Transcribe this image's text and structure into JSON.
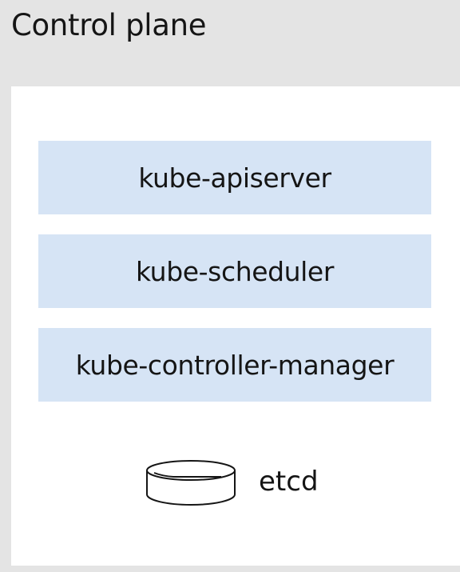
{
  "diagram": {
    "title": "Control plane",
    "components": [
      {
        "label": "kube-apiserver"
      },
      {
        "label": "kube-scheduler"
      },
      {
        "label": "kube-controller-manager"
      }
    ],
    "datastore": {
      "label": "etcd",
      "icon": "database-icon"
    },
    "colors": {
      "outer_background": "#e4e4e4",
      "inner_background": "#ffffff",
      "component_fill": "#d6e4f5",
      "text": "#151515"
    }
  }
}
